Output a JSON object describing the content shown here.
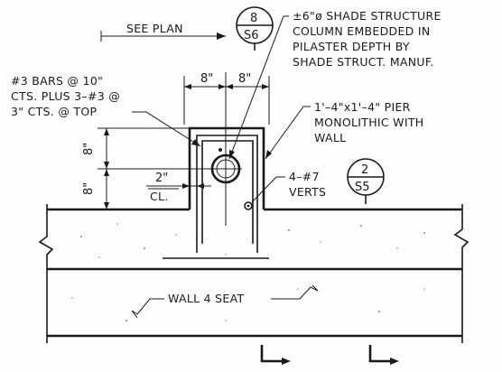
{
  "labels": {
    "see_plan": "SEE PLAN",
    "bars_1": "#3 BARS @ 10\"",
    "bars_2": "CTS. PLUS 3–#3 @",
    "bars_3": "3\" CTS. @ TOP",
    "shade_1": "±6\"ø SHADE STRUCTURE",
    "shade_2": "COLUMN EMBEDDED IN",
    "shade_3": "PILASTER DEPTH BY",
    "shade_4": "SHADE STRUCT. MANUF.",
    "pier_1": "1'–4\"x1'–4\" PIER",
    "pier_2": "MONOLITHIC WITH",
    "pier_3": "WALL",
    "verts_1": "4–#7",
    "verts_2": "VERTS",
    "clear_1": "2\"",
    "clear_2": "CL.",
    "wall_seat": "WALL 4 SEAT",
    "dim_left": "8\"",
    "dim_right": "8\"",
    "dim_upper": "8\"",
    "dim_lower": "8\""
  },
  "callouts": [
    {
      "top": "8",
      "bottom": "S6"
    },
    {
      "top": "2",
      "bottom": "S5"
    }
  ]
}
